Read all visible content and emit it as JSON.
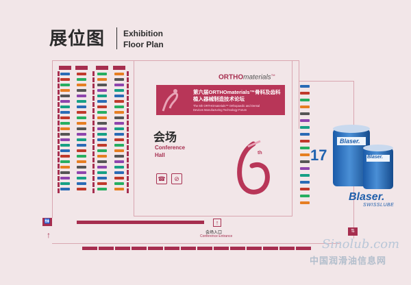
{
  "title": {
    "zh": "展位图",
    "en_line1": "Exhibition",
    "en_line2": "Floor Plan"
  },
  "ortho_logo": {
    "prefix": "ORTHO",
    "suffix": "materials",
    "tm": "TM"
  },
  "forum_banner": {
    "zh_line1": "第六届ORTHOmaterials™骨科及齿科",
    "zh_line2": "植入器械制造技术论坛",
    "en_line1": "The 6th ORTHOmaterials™ Orthopaedic and Dental",
    "en_line2": "Devices Manufacturing Technology Forum"
  },
  "conference": {
    "zh": "会场",
    "en_line1": "Conference",
    "en_line2": "Hall"
  },
  "sixth": {
    "number": "6",
    "suffix": "th"
  },
  "entrance": {
    "zh": "会场入口",
    "en": "Conference Entrance"
  },
  "booth_number": "17",
  "blaser": {
    "brand": "Blaser.",
    "sub": "SWISSLUBE",
    "drum1": "Blaser.",
    "drum2": "Blaser."
  },
  "watermark": {
    "url": "Sinolub.com",
    "cn": "中国润滑油信息网"
  },
  "icons": {
    "toilet": "restroom-icon",
    "lift": "elevator-icon",
    "phone": "no-phone-icon",
    "smoke": "no-smoking-icon"
  },
  "colors": {
    "brand": "#a62e4f",
    "background": "#f2e6e8",
    "blaser_blue": "#1f5fab"
  }
}
